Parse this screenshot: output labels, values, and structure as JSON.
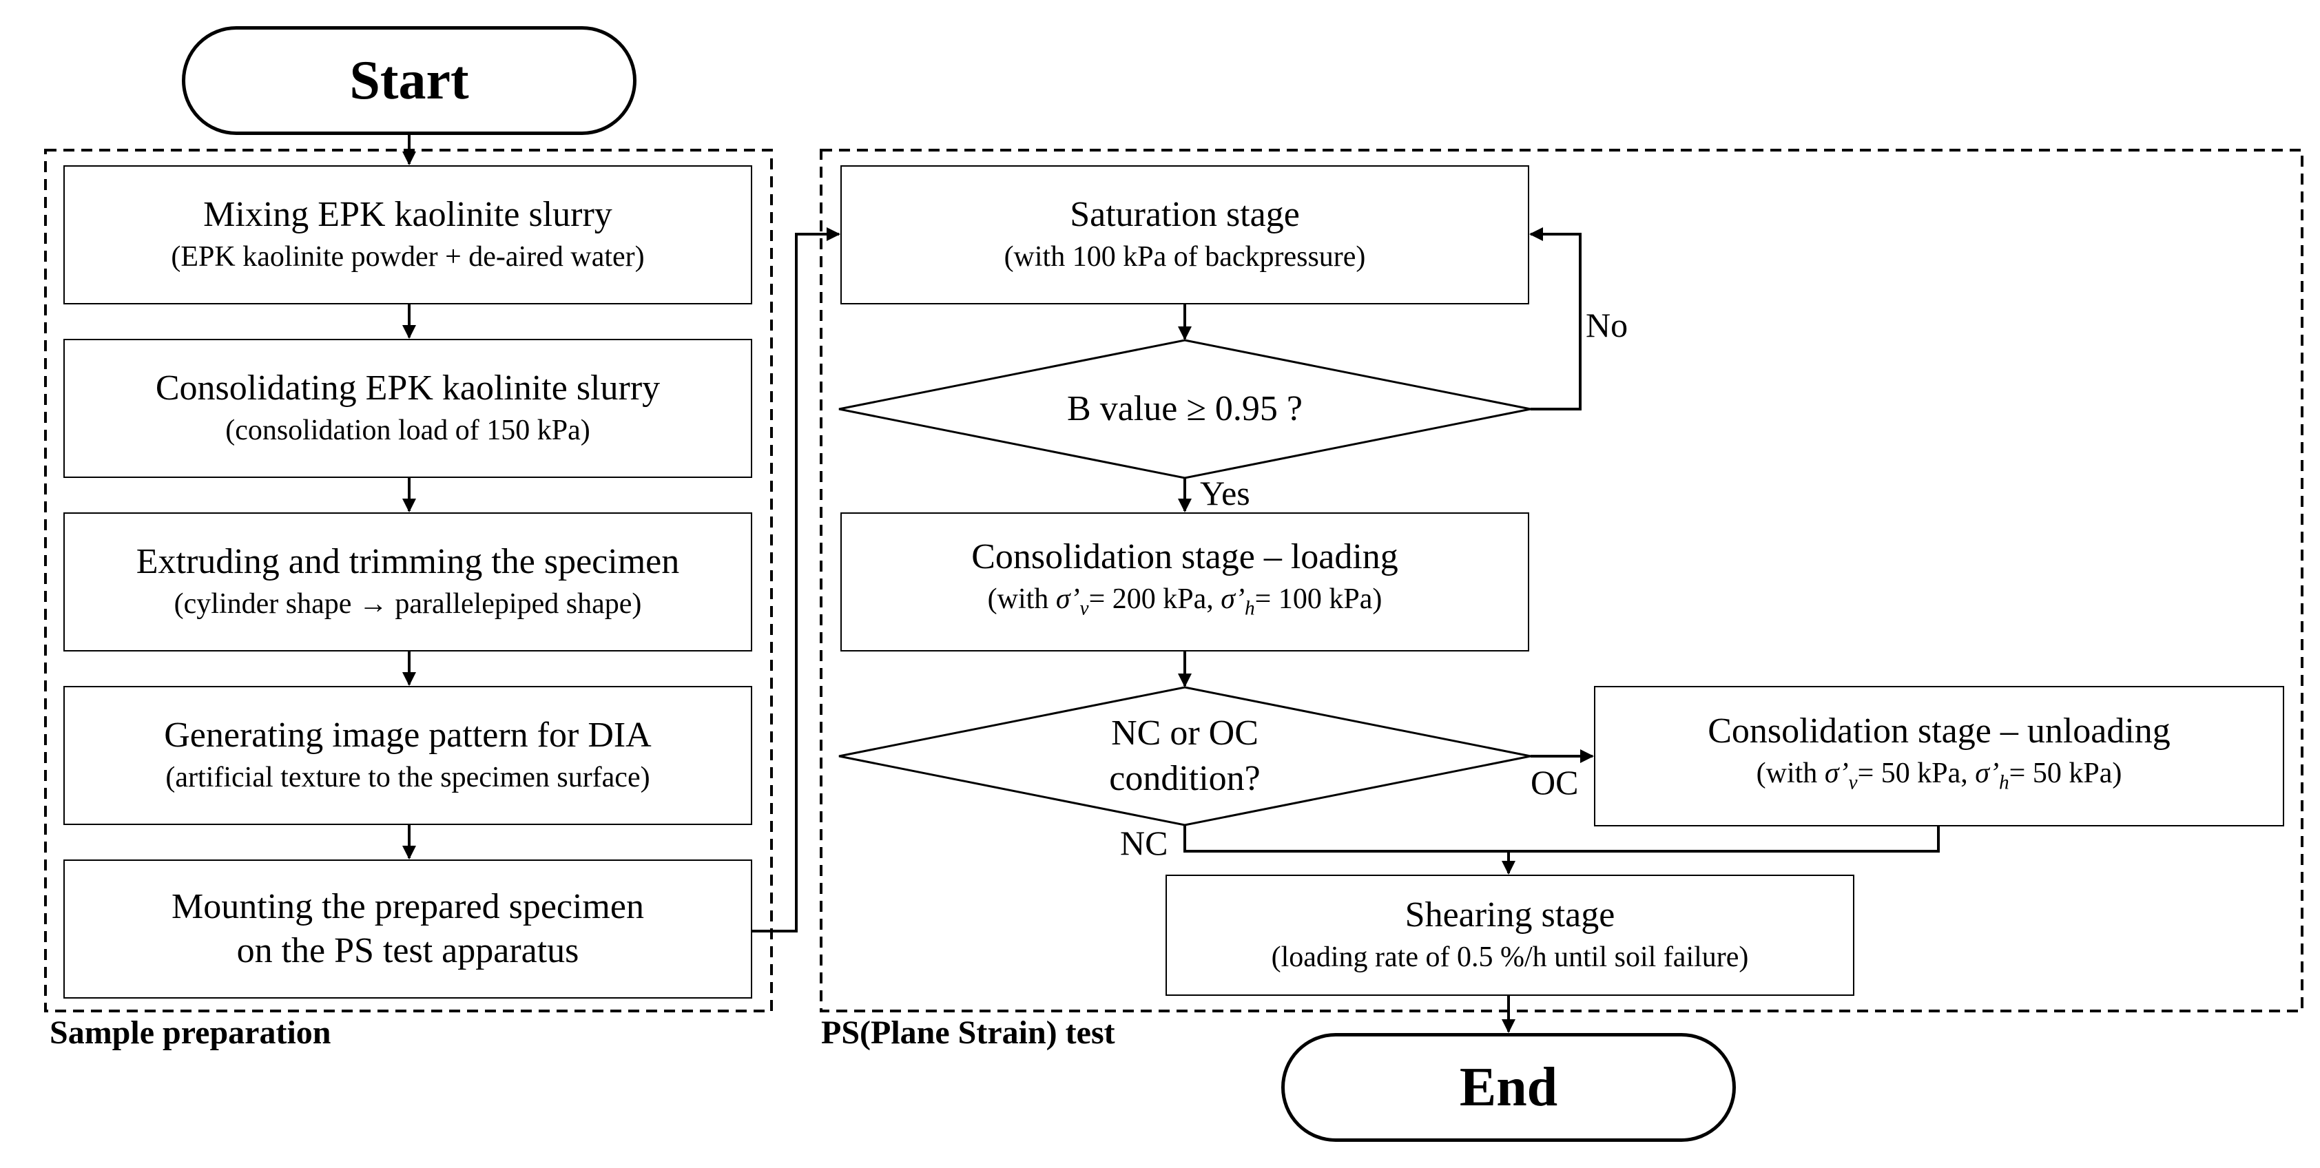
{
  "terminals": {
    "start": "Start",
    "end": "End"
  },
  "groups": {
    "sample_preparation": "Sample preparation",
    "ps_test": "PS(Plane Strain) test"
  },
  "sample_steps": [
    {
      "title": "Mixing EPK kaolinite slurry",
      "detail": "(EPK kaolinite powder + de-aired water)"
    },
    {
      "title": "Consolidating EPK kaolinite slurry",
      "detail": "(consolidation load of 150 kPa)"
    },
    {
      "title": "Extruding and trimming the specimen",
      "detail": "(cylinder shape → parallelepiped shape)"
    },
    {
      "title": "Generating image pattern for DIA",
      "detail": "(artificial texture to the specimen surface)"
    },
    {
      "title": "Mounting the prepared specimen",
      "detail": "on the PS test apparatus"
    }
  ],
  "ps_steps": {
    "saturation": {
      "title": "Saturation stage",
      "detail": "(with 100 kPa of backpressure)"
    },
    "b_value": "B value ≥ 0.95 ?",
    "loading": {
      "title": "Consolidation stage – loading",
      "detail_prefix": "(with ",
      "sv_sym": "σ’",
      "sv_sub": "v",
      "sv_val": "= 200 kPa, ",
      "sh_sym": "σ’",
      "sh_sub": "h",
      "sh_val": "= 100 kPa)"
    },
    "condition_line1": "NC or OC",
    "condition_line2": "condition?",
    "unloading": {
      "title": "Consolidation stage – unloading",
      "detail_prefix": "(with ",
      "sv_sym": "σ’",
      "sv_sub": "v",
      "sv_val": "= 50 kPa, ",
      "sh_sym": "σ’",
      "sh_sub": "h",
      "sh_val": "= 50 kPa)"
    },
    "shearing": {
      "title": "Shearing stage",
      "detail": "(loading rate of 0.5 %/h until soil failure)"
    }
  },
  "edge_labels": {
    "no": "No",
    "yes": "Yes",
    "oc": "OC",
    "nc": "NC"
  }
}
